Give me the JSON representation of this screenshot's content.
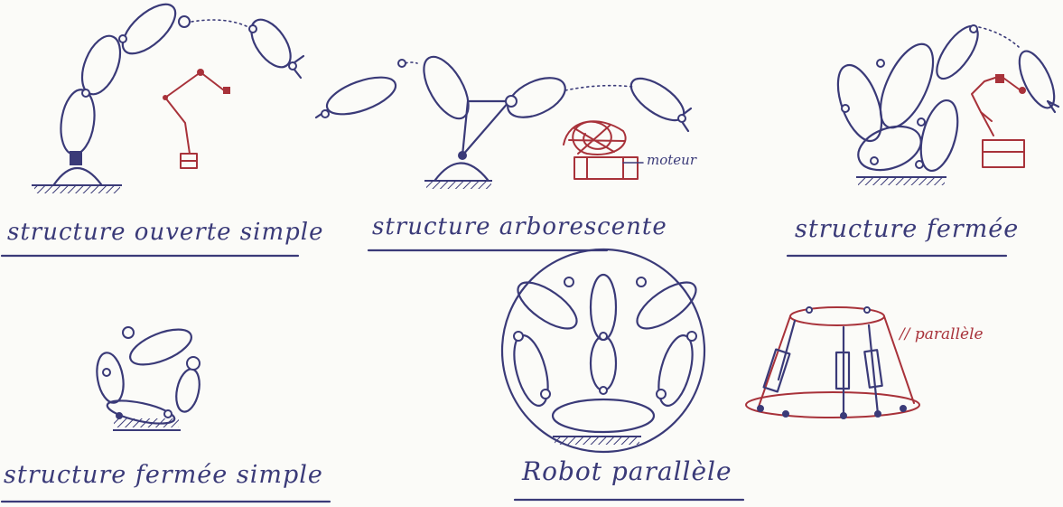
{
  "captions": {
    "serial_simple": "structure ouverte simple",
    "tree": "structure arborescente",
    "closed": "structure fermée",
    "closed_simple": "structure fermée simple",
    "parallel_robot": "Robot parallèle"
  },
  "labels": {
    "moteur": "moteur",
    "parallel": "// parallèle"
  },
  "colors": {
    "ink": "#3a3a78",
    "red_ink": "#a8323a",
    "paper": "#fbfbf8"
  }
}
